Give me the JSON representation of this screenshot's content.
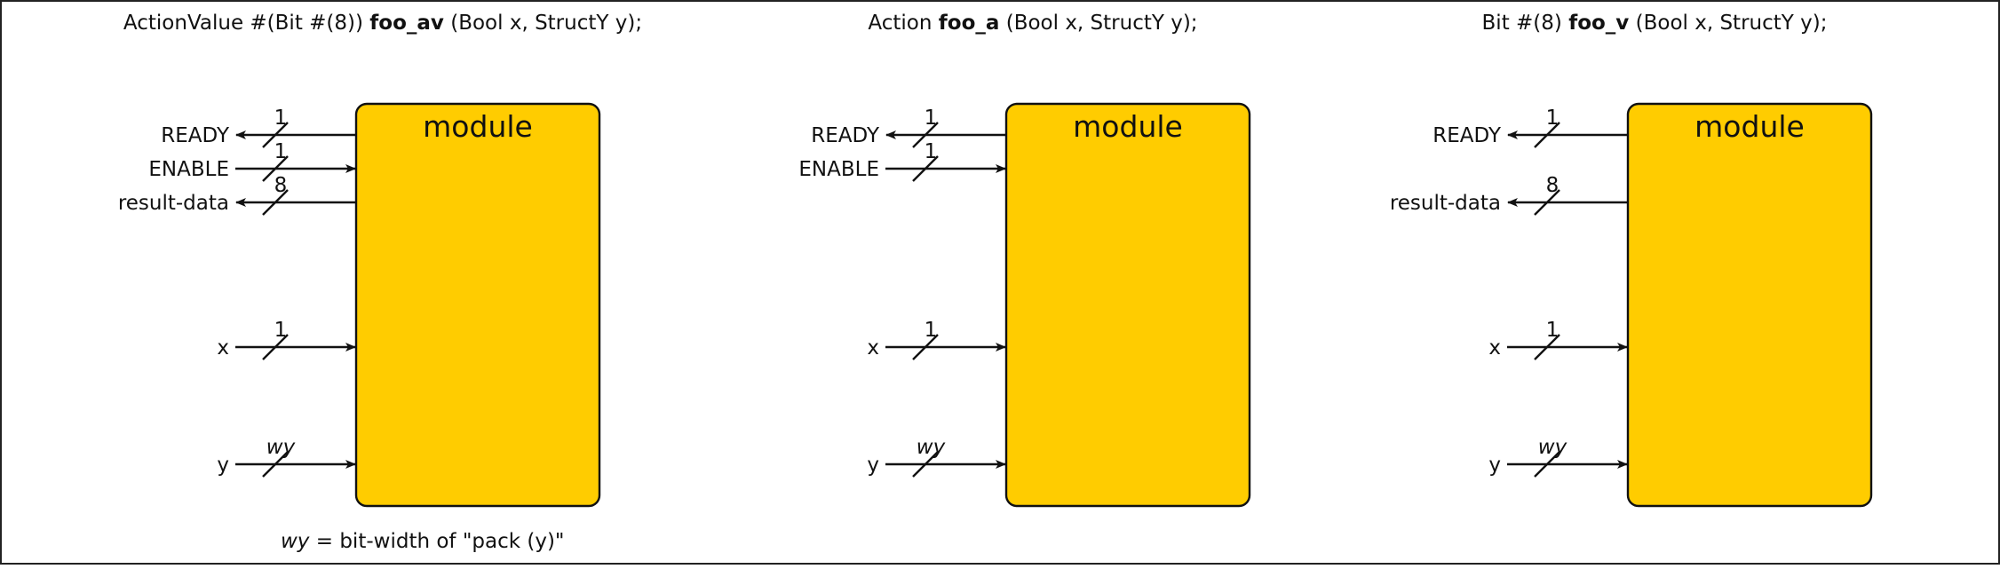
{
  "colors": {
    "module_fill": "#FFCC00",
    "stroke": "#111111",
    "background": "#FFFFFF"
  },
  "panels": [
    {
      "signature": {
        "prefix": "ActionValue #(Bit #(8)) ",
        "name": "foo_av",
        "suffix": " (Bool x, StructY y);"
      },
      "module_label": "module",
      "ports": [
        {
          "label": "READY",
          "direction": "out",
          "width": "1",
          "width_italic": false
        },
        {
          "label": "ENABLE",
          "direction": "in",
          "width": "1",
          "width_italic": false
        },
        {
          "label": "result-data",
          "direction": "out",
          "width": "8",
          "width_italic": false
        },
        {
          "label": "x",
          "direction": "in",
          "width": "1",
          "width_italic": false
        },
        {
          "label": "y",
          "direction": "in",
          "width": "wy",
          "width_italic": true
        }
      ]
    },
    {
      "signature": {
        "prefix": "Action ",
        "name": "foo_a",
        "suffix": " (Bool x, StructY y);"
      },
      "module_label": "module",
      "ports": [
        {
          "label": "READY",
          "direction": "out",
          "width": "1",
          "width_italic": false
        },
        {
          "label": "ENABLE",
          "direction": "in",
          "width": "1",
          "width_italic": false
        },
        {
          "label": "x",
          "direction": "in",
          "width": "1",
          "width_italic": false
        },
        {
          "label": "y",
          "direction": "in",
          "width": "wy",
          "width_italic": true
        }
      ]
    },
    {
      "signature": {
        "prefix": "Bit #(8) ",
        "name": "foo_v",
        "suffix": " (Bool x, StructY y);"
      },
      "module_label": "module",
      "ports": [
        {
          "label": "READY",
          "direction": "out",
          "width": "1",
          "width_italic": false
        },
        {
          "label": "result-data",
          "direction": "out",
          "width": "8",
          "width_italic": false
        },
        {
          "label": "x",
          "direction": "in",
          "width": "1",
          "width_italic": false
        },
        {
          "label": "y",
          "direction": "in",
          "width": "wy",
          "width_italic": true
        }
      ]
    }
  ],
  "footnote": {
    "term": "wy",
    "text": " = bit-width of  \"pack (y)\""
  }
}
